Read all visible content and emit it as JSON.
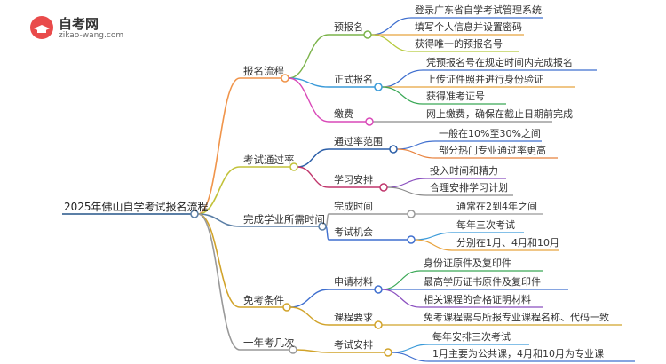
{
  "logo": {
    "title": "自考网",
    "url": "zikao-wang.com"
  },
  "root": {
    "label": "2025年佛山自学考试报名流程",
    "color": "#5b7fa6"
  },
  "branches": [
    {
      "label": "报名流程",
      "color": "#f0944a",
      "children": [
        {
          "label": "预报名",
          "color": "#7bb34a",
          "children": [
            {
              "label": "登录广东省自学考试管理系统",
              "color": "#3f6fcf"
            },
            {
              "label": "填写个人信息并设置密码",
              "color": "#e8a33d"
            },
            {
              "label": "获得唯一的预报名号",
              "color": "#b5c93a"
            }
          ]
        },
        {
          "label": "正式报名",
          "color": "#3a9ad9",
          "children": [
            {
              "label": "凭预报名号在规定时间内完成报名",
              "color": "#3f6fcf"
            },
            {
              "label": "上传证件照并进行身份验证",
              "color": "#e8a33d"
            },
            {
              "label": "获得准考证号",
              "color": "#3aa856"
            }
          ]
        },
        {
          "label": "缴费",
          "color": "#d948b8",
          "children": [
            {
              "label": "网上缴费，确保在截止日期前完成",
              "color": "#8a8a8a"
            }
          ]
        }
      ]
    },
    {
      "label": "考试通过率",
      "color": "#c2c23a",
      "children": [
        {
          "label": "通过率范围",
          "color": "#2c5fa8",
          "children": [
            {
              "label": "一般在10%至30%之间",
              "color": "#3f6fcf"
            },
            {
              "label": "部分热门专业通过率更高",
              "color": "#e8823d"
            }
          ]
        },
        {
          "label": "学习安排",
          "color": "#c0356b",
          "children": [
            {
              "label": "投入时间和精力",
              "color": "#8a4fbf"
            },
            {
              "label": "合理安排学习计划",
              "color": "#8a8a8a"
            }
          ]
        }
      ]
    },
    {
      "label": "完成学业所需时间",
      "color": "#5b7fa6",
      "children": [
        {
          "label": "完成时间",
          "color": "#999999",
          "children": [
            {
              "label": "通常在2到4年之间",
              "color": "#999999"
            }
          ]
        },
        {
          "label": "考试机会",
          "color": "#3f6fcf",
          "children": [
            {
              "label": "每年三次考试",
              "color": "#3a9ad9"
            },
            {
              "label": "分别在1月、4月和10月",
              "color": "#e8a33d"
            }
          ]
        }
      ]
    },
    {
      "label": "免考条件",
      "color": "#d1a32a",
      "children": [
        {
          "label": "申请材料",
          "color": "#3f6fcf",
          "children": [
            {
              "label": "身份证原件及复印件",
              "color": "#3aa856"
            },
            {
              "label": "最高学历证书原件及复印件",
              "color": "#3f6fcf"
            },
            {
              "label": "相关课程的合格证明材料",
              "color": "#8a4fbf"
            }
          ]
        },
        {
          "label": "课程要求",
          "color": "#d1a32a",
          "children": [
            {
              "label": "免考课程需与所报专业课程名称、代码一致",
              "color": "#d1a32a"
            }
          ]
        }
      ]
    },
    {
      "label": "一年考几次",
      "color": "#999999",
      "children": [
        {
          "label": "考试安排",
          "color": "#d1a32a",
          "children": [
            {
              "label": "每年安排三次考试",
              "color": "#3a9ad9"
            },
            {
              "label": "1月主要为公共课，4月和10月为专业课",
              "color": "#3f6fcf"
            }
          ]
        }
      ]
    }
  ]
}
